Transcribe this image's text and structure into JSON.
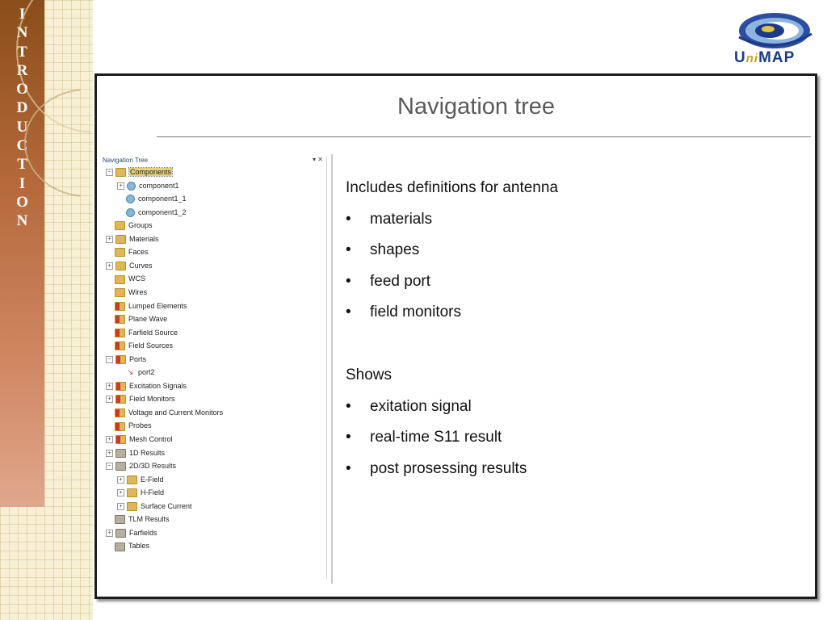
{
  "sidebar": {
    "letters": [
      "I",
      "N",
      "T",
      "R",
      "O",
      "D",
      "U",
      "C",
      "T",
      "I",
      "O",
      "N"
    ]
  },
  "logo": {
    "text_left": "U",
    "text_mid": "ni",
    "text_right": "MAP"
  },
  "slide": {
    "title": "Navigation tree"
  },
  "tree": {
    "title": "Navigation Tree",
    "controls": "▾ ✕",
    "items": [
      {
        "label": "Components",
        "indent": 0,
        "expander": "−",
        "icon": "folder",
        "selected": true
      },
      {
        "label": "component1",
        "indent": 1,
        "expander": "+",
        "icon": "comp"
      },
      {
        "label": "component1_1",
        "indent": 1,
        "expander": "",
        "icon": "comp"
      },
      {
        "label": "component1_2",
        "indent": 1,
        "expander": "",
        "icon": "comp"
      },
      {
        "label": "Groups",
        "indent": 0,
        "expander": "",
        "icon": "folder"
      },
      {
        "label": "Materials",
        "indent": 0,
        "expander": "+",
        "icon": "folder"
      },
      {
        "label": "Faces",
        "indent": 0,
        "expander": "",
        "icon": "folder"
      },
      {
        "label": "Curves",
        "indent": 0,
        "expander": "+",
        "icon": "folder"
      },
      {
        "label": "WCS",
        "indent": 0,
        "expander": "",
        "icon": "folder"
      },
      {
        "label": "Wires",
        "indent": 0,
        "expander": "",
        "icon": "folder"
      },
      {
        "label": "Lumped Elements",
        "indent": 0,
        "expander": "",
        "icon": "folder-red"
      },
      {
        "label": "Plane Wave",
        "indent": 0,
        "expander": "",
        "icon": "folder-red"
      },
      {
        "label": "Farfield Source",
        "indent": 0,
        "expander": "",
        "icon": "folder-red"
      },
      {
        "label": "Field Sources",
        "indent": 0,
        "expander": "",
        "icon": "folder-red"
      },
      {
        "label": "Ports",
        "indent": 0,
        "expander": "−",
        "icon": "folder-red"
      },
      {
        "label": "port2",
        "indent": 1,
        "expander": "",
        "icon": "port"
      },
      {
        "label": "Excitation Signals",
        "indent": 0,
        "expander": "+",
        "icon": "folder-red"
      },
      {
        "label": "Field Monitors",
        "indent": 0,
        "expander": "+",
        "icon": "folder-red"
      },
      {
        "label": "Voltage and Current Monitors",
        "indent": 0,
        "expander": "",
        "icon": "folder-red"
      },
      {
        "label": "Probes",
        "indent": 0,
        "expander": "",
        "icon": "folder-red"
      },
      {
        "label": "Mesh Control",
        "indent": 0,
        "expander": "+",
        "icon": "folder-red"
      },
      {
        "label": "1D Results",
        "indent": 0,
        "expander": "+",
        "icon": "result"
      },
      {
        "label": "2D/3D Results",
        "indent": 0,
        "expander": "−",
        "icon": "result"
      },
      {
        "label": "E-Field",
        "indent": 1,
        "expander": "+",
        "icon": "folder"
      },
      {
        "label": "H-Field",
        "indent": 1,
        "expander": "+",
        "icon": "folder"
      },
      {
        "label": "Surface Current",
        "indent": 1,
        "expander": "+",
        "icon": "folder"
      },
      {
        "label": "TLM Results",
        "indent": 0,
        "expander": "",
        "icon": "result"
      },
      {
        "label": "Farfields",
        "indent": 0,
        "expander": "+",
        "icon": "result"
      },
      {
        "label": "Tables",
        "indent": 0,
        "expander": "",
        "icon": "result"
      }
    ]
  },
  "content": {
    "section1": {
      "heading": "Includes definitions for antenna",
      "bullets": [
        "materials",
        "shapes",
        "feed port",
        "field monitors"
      ]
    },
    "section2": {
      "heading": "Shows",
      "bullets": [
        "exitation signal",
        "real-time S11 result",
        "post prosessing results"
      ]
    },
    "bullet_char": "•"
  },
  "colors": {
    "sidebar_top": "#8a4e1a",
    "sidebar_bottom": "#e0a78d",
    "title_text": "#5a5a5a",
    "logo_blue": "#1a3a8c",
    "logo_gold": "#d4a017"
  }
}
